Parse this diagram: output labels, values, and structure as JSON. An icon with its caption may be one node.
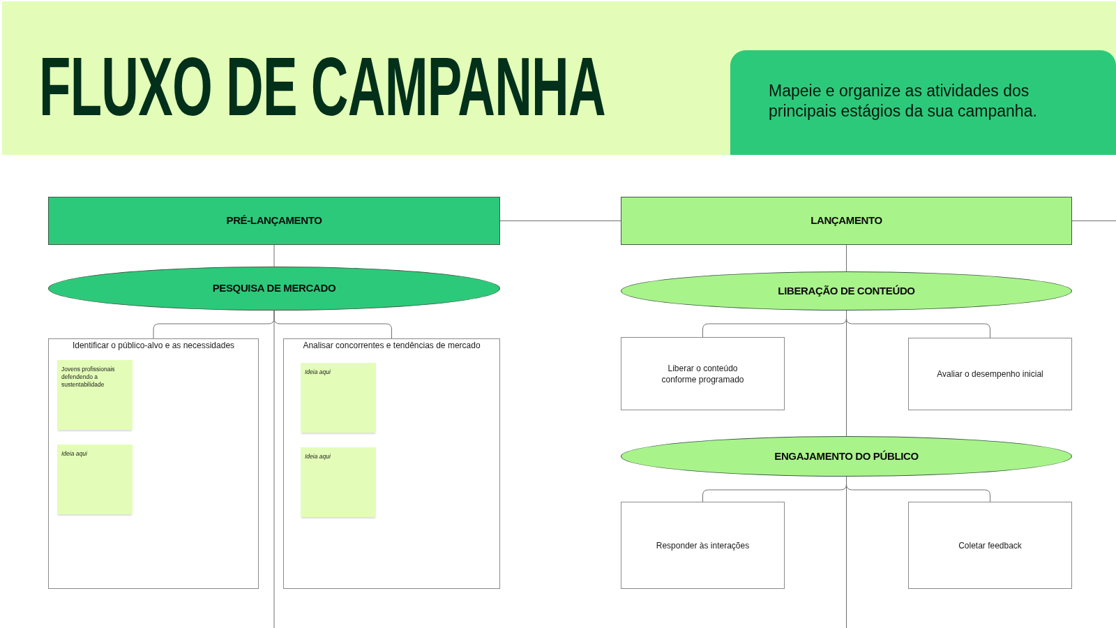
{
  "diagram": {
    "title": "FLUXO DE CAMPANHA",
    "nodes": [
      {
        "text": [
          "Mapeie e organize as atividades dos principais estágios da sua campanha."
        ]
      },
      {
        "text": [
          "PRÉ-LANÇAMENTO"
        ]
      },
      {
        "text": [
          "PESQUISA DE MERCADO"
        ]
      },
      {
        "text": [
          "Identificar o público-alvo e as necessidades"
        ]
      },
      {
        "text": [
          "Jovens profissionais defendendo a sustentabilidade"
        ],
        "in": 3
      },
      {
        "text": [
          "Ideia aqui"
        ],
        "in": 3
      },
      {
        "text": [
          "Analisar concorrentes e tendências de mercado"
        ]
      },
      {
        "text": [
          "Ideia aqui"
        ],
        "in": 6
      },
      {
        "text": [
          "Ideia aqui"
        ],
        "in": 6
      },
      {
        "text": [
          "LANÇAMENTO"
        ]
      },
      {
        "text": [
          "LIBERAÇÃO DE CONTEÚDO"
        ]
      },
      {
        "text": [
          "Liberar o conteúdo conforme programado"
        ]
      },
      {
        "text": [
          "Avaliar o desempenho inicial"
        ]
      },
      {
        "text": [
          "ENGAJAMENTO DO PÚBLICO"
        ]
      },
      {
        "text": [
          "Responder às interações"
        ]
      },
      {
        "text": [
          "Coletar feedback"
        ]
      }
    ],
    "edges": [
      {
        "from": 1,
        "to": 9,
        "arrow": "none"
      },
      {
        "from": 9,
        "to": null,
        "arrow": "none"
      },
      {
        "from": 1,
        "to": 2,
        "arrow": "none"
      },
      {
        "from": 2,
        "to": 3,
        "arrow": "none"
      },
      {
        "from": 2,
        "to": 6,
        "arrow": "none"
      },
      {
        "from": 2,
        "to": null,
        "arrow": "none"
      },
      {
        "from": 9,
        "to": 10,
        "arrow": "none"
      },
      {
        "from": 10,
        "to": 11,
        "arrow": "none"
      },
      {
        "from": 10,
        "to": 12,
        "arrow": "none"
      },
      {
        "from": 10,
        "to": 13,
        "arrow": "none"
      },
      {
        "from": 13,
        "to": 14,
        "arrow": "none"
      },
      {
        "from": 13,
        "to": 15,
        "arrow": "none"
      },
      {
        "from": 13,
        "to": null,
        "arrow": "none"
      }
    ]
  }
}
